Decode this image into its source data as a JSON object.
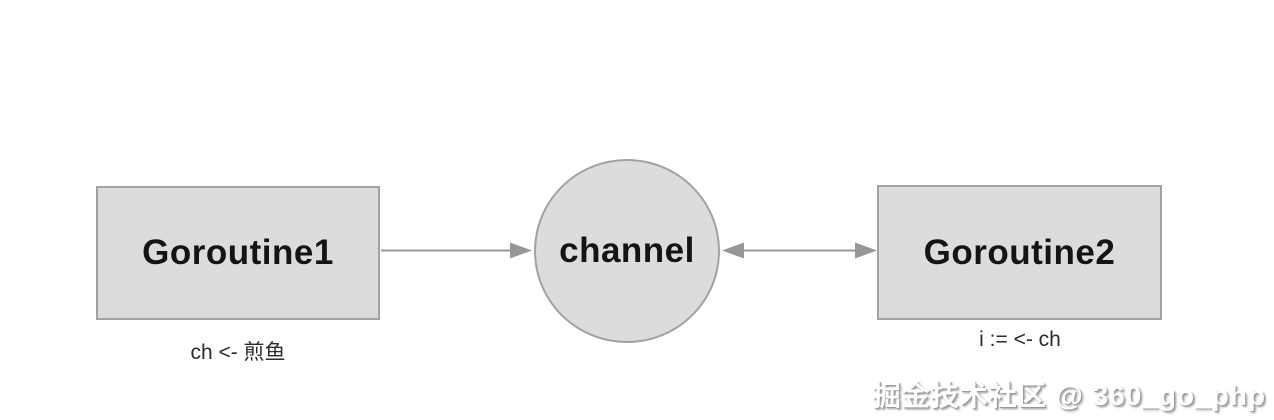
{
  "diagram": {
    "title_hint": "go-channel-communication-diagram",
    "nodes": {
      "goroutine1": {
        "label": "Goroutine1",
        "shape": "rect",
        "code": "ch <- 煎鱼"
      },
      "channel": {
        "label": "channel",
        "shape": "circle"
      },
      "goroutine2": {
        "label": "Goroutine2",
        "shape": "rect",
        "code": "i := <- ch"
      }
    },
    "edges": [
      {
        "from": "goroutine1",
        "to": "channel",
        "direction": "one-way-right"
      },
      {
        "from": "channel",
        "to": "goroutine2",
        "direction": "two-way"
      }
    ],
    "watermark": "掘金技术社区 @ 360_go_php"
  },
  "colors": {
    "node_fill": "#dcdcdc",
    "node_border": "#a2a2a2",
    "arrow": "#979797",
    "label_text": "#141414",
    "code_text": "#2b2b2b",
    "watermark_fill": "#ffffff",
    "watermark_shadow": "#9a9a9a"
  }
}
